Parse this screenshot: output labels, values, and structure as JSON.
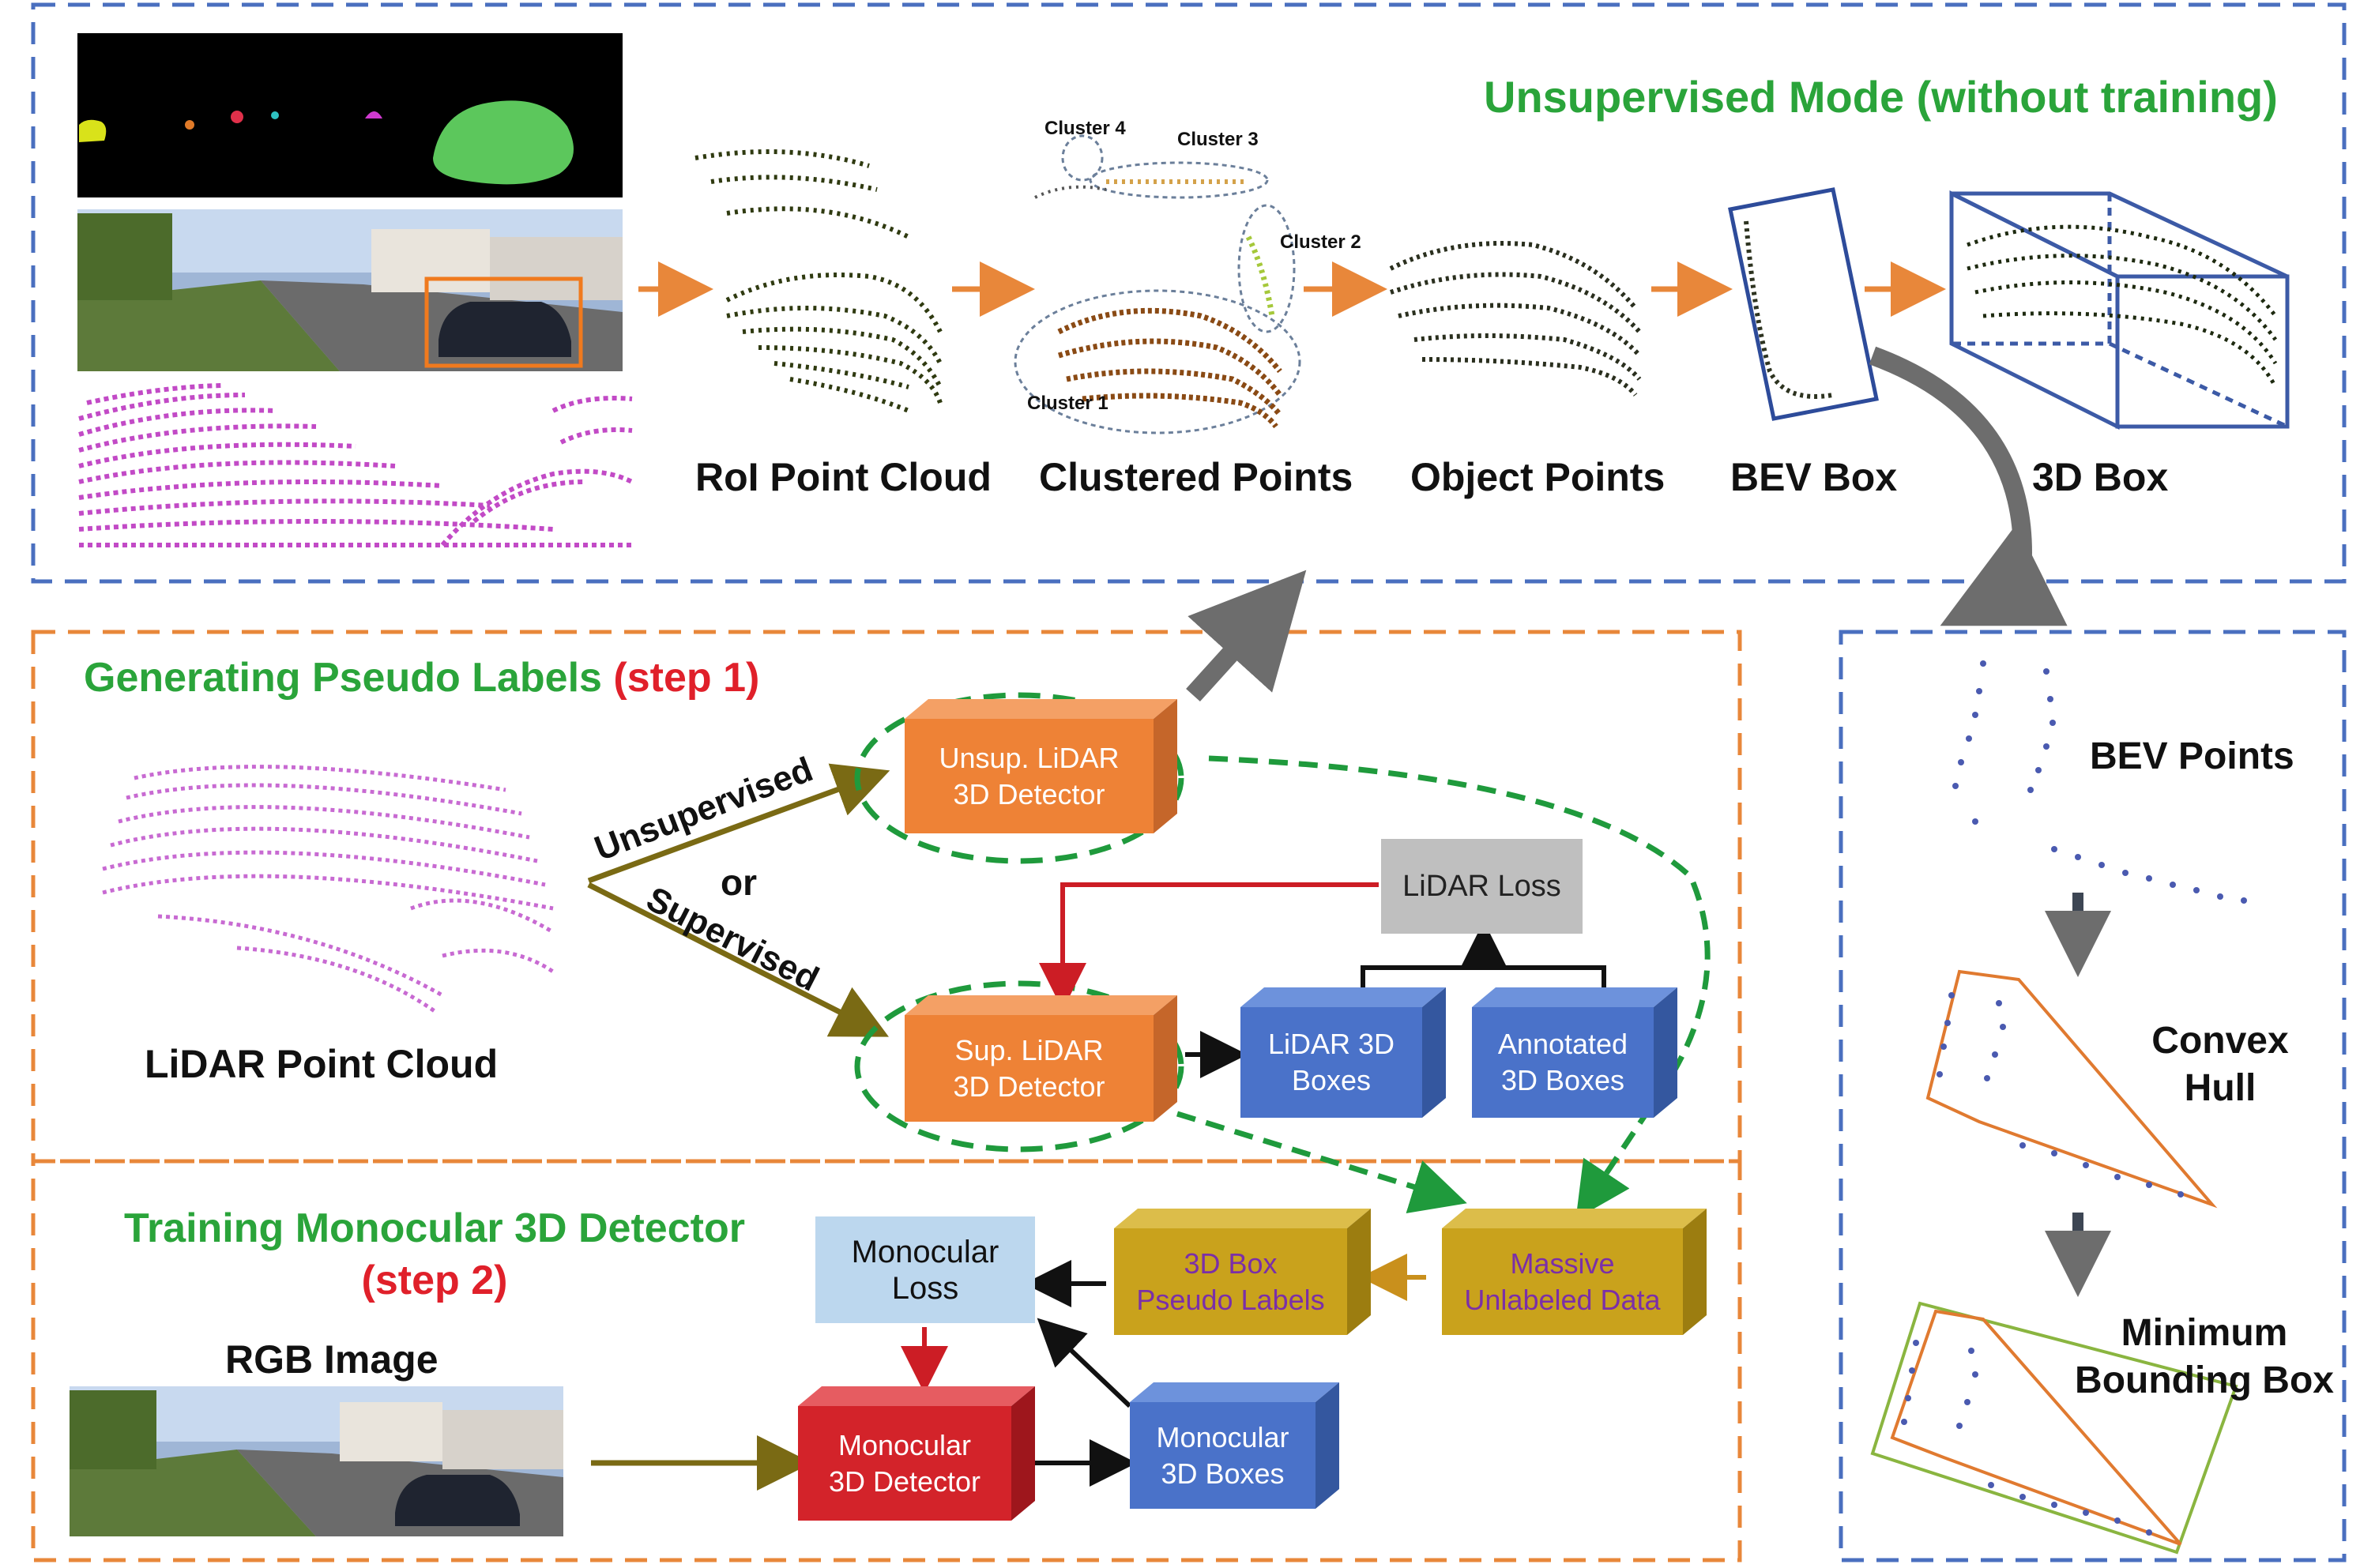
{
  "top_panel": {
    "title": "Unsupervised Mode (without training)",
    "stages": [
      "RoI Point Cloud",
      "Clustered Points",
      "Object Points",
      "BEV Box",
      "3D Box"
    ],
    "clusters": [
      "Cluster 1",
      "Cluster 2",
      "Cluster 3",
      "Cluster 4"
    ]
  },
  "right_panel": {
    "bev_points": "BEV Points",
    "convex_hull_line1": "Convex",
    "convex_hull_line2": "Hull",
    "min_box_line1": "Minimum",
    "min_box_line2": "Bounding Box"
  },
  "step1": {
    "title": "Generating Pseudo Labels",
    "step": "(step 1)",
    "lidar_label": "LiDAR Point Cloud",
    "unsupervised": "Unsupervised",
    "or": "or",
    "supervised": "Supervised",
    "unsup_detector_1": "Unsup. LiDAR",
    "unsup_detector_2": "3D Detector",
    "sup_detector_1": "Sup. LiDAR",
    "sup_detector_2": "3D Detector",
    "lidar_loss": "LiDAR Loss",
    "lidar_boxes_1": "LiDAR 3D",
    "lidar_boxes_2": "Boxes",
    "annotated_1": "Annotated",
    "annotated_2": "3D Boxes"
  },
  "step2": {
    "title": "Training Monocular 3D Detector",
    "step": "(step 2)",
    "rgb_label": "RGB Image",
    "mono_loss_1": "Monocular",
    "mono_loss_2": "Loss",
    "pseudo_1": "3D Box",
    "pseudo_2": "Pseudo Labels",
    "massive_1": "Massive",
    "massive_2": "Unlabeled Data",
    "mono_det_1": "Monocular",
    "mono_det_2": "3D Detector",
    "mono_boxes_1": "Monocular",
    "mono_boxes_2": "3D Boxes"
  },
  "colors": {
    "green_title": "#2aa43a",
    "red_step": "#e0202a",
    "blue_dash": "#4a6fbf",
    "orange_dash": "#e8873a",
    "orange_box": "#ee8236",
    "blue_box": "#4a72c9",
    "gold_box": "#c9a21c",
    "red_box": "#d3232a",
    "gray_box": "#bfbfbf",
    "light_blue_box": "#bcd7ee",
    "purple_text": "#7b2fa8"
  }
}
